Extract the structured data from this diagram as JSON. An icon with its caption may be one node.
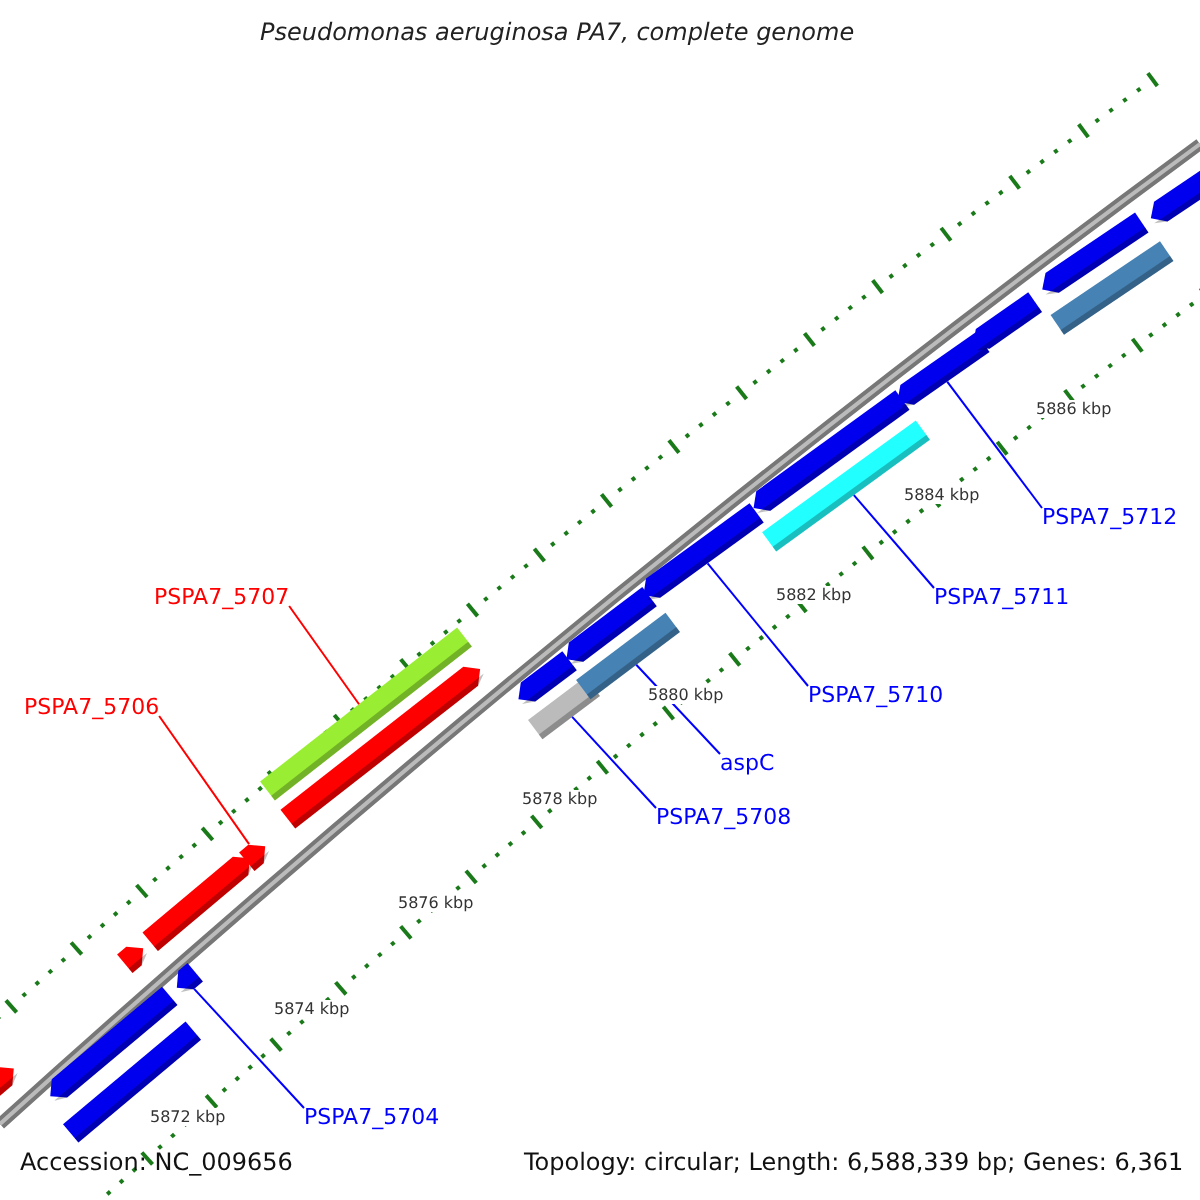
{
  "diagram": {
    "title": "Pseudomonas aeruginosa PA7, complete genome",
    "nodes": [
      {
        "text": [
          "PSPA7_5712"
        ]
      },
      {
        "text": [
          "PSPA7_5711"
        ]
      },
      {
        "text": [
          "PSPA7_5707"
        ]
      },
      {
        "text": [
          "PSPA7_5710"
        ]
      },
      {
        "text": [
          "PSPA7_5706"
        ]
      },
      {
        "text": [
          "aspC"
        ]
      },
      {
        "text": [
          "PSPA7_5708"
        ]
      },
      {
        "text": [
          "PSPA7_5704"
        ]
      },
      {
        "text": [],
        "shape": "bar"
      },
      {
        "text": [],
        "shape": "bar"
      },
      {
        "text": [],
        "shape": "bar"
      },
      {
        "text": [],
        "shape": "bar"
      },
      {
        "text": [],
        "shape": "bar"
      },
      {
        "text": [],
        "shape": "bar"
      },
      {
        "text": [],
        "shape": "bar"
      },
      {
        "text": [],
        "shape": "bar"
      },
      {
        "text": [],
        "shape": "bar"
      },
      {
        "text": [],
        "shape": "bar"
      },
      {
        "text": [],
        "shape": "bar"
      },
      {
        "text": [],
        "shape": "bar"
      },
      {
        "text": [],
        "shape": "bar"
      },
      {
        "text": [],
        "shape": "bar"
      },
      {
        "text": [],
        "shape": "bar"
      },
      {
        "text": [],
        "shape": "bar"
      },
      {
        "text": [],
        "shape": "bar"
      },
      {
        "text": [],
        "shape": "bar"
      },
      {
        "text": [],
        "shape": "bar"
      },
      {
        "text": [],
        "shape": "bar"
      },
      {
        "text": [],
        "shape": "bar"
      }
    ],
    "edges": [
      {
        "from": 0,
        "to": 24,
        "arrow": "none"
      },
      {
        "from": 1,
        "to": 23,
        "arrow": "none"
      },
      {
        "from": 2,
        "to": 15,
        "arrow": "none",
        "color": "#ff0000"
      },
      {
        "from": 3,
        "to": 21,
        "arrow": "none"
      },
      {
        "from": 4,
        "to": 14,
        "arrow": "none",
        "color": "#ff0000"
      },
      {
        "from": 5,
        "to": 20,
        "arrow": "none"
      },
      {
        "from": 6,
        "to": 18,
        "arrow": "none"
      },
      {
        "from": 7,
        "to": 13,
        "arrow": "none"
      }
    ],
    "labels": [
      "5886 kbp",
      "5884 kbp",
      "5882 kbp",
      "5880 kbp",
      "5878 kbp",
      "5876 kbp",
      "5874 kbp",
      "5872 kbp",
      "Accession: NC_009656",
      "Topology: circular; Length: 6,588,339 bp; Genes: 6,361"
    ]
  }
}
